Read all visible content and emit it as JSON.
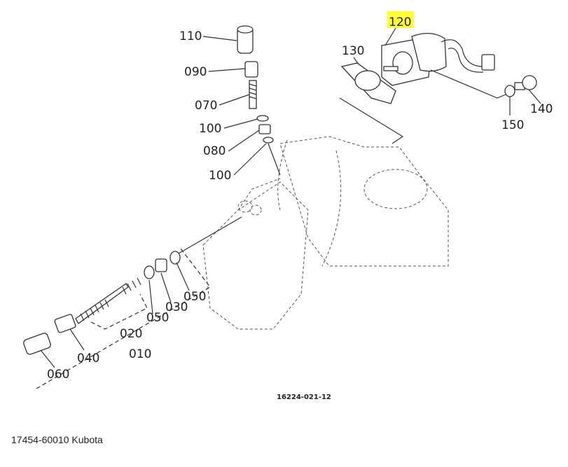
{
  "diagram": {
    "highlight_color": "#ffff33",
    "drawing_code": "16224-021-12",
    "labels": {
      "p110": "110",
      "p090": "090",
      "p070": "070",
      "p100a": "100",
      "p080": "080",
      "p100b": "100",
      "p120": "120",
      "p130": "130",
      "p140": "140",
      "p150": "150",
      "p050a": "050",
      "p030": "030",
      "p050b": "050",
      "p020": "020",
      "p010": "010",
      "p040": "040",
      "p060": "060"
    },
    "highlighted_part": "120"
  },
  "caption": "17454-60010 Kubota"
}
